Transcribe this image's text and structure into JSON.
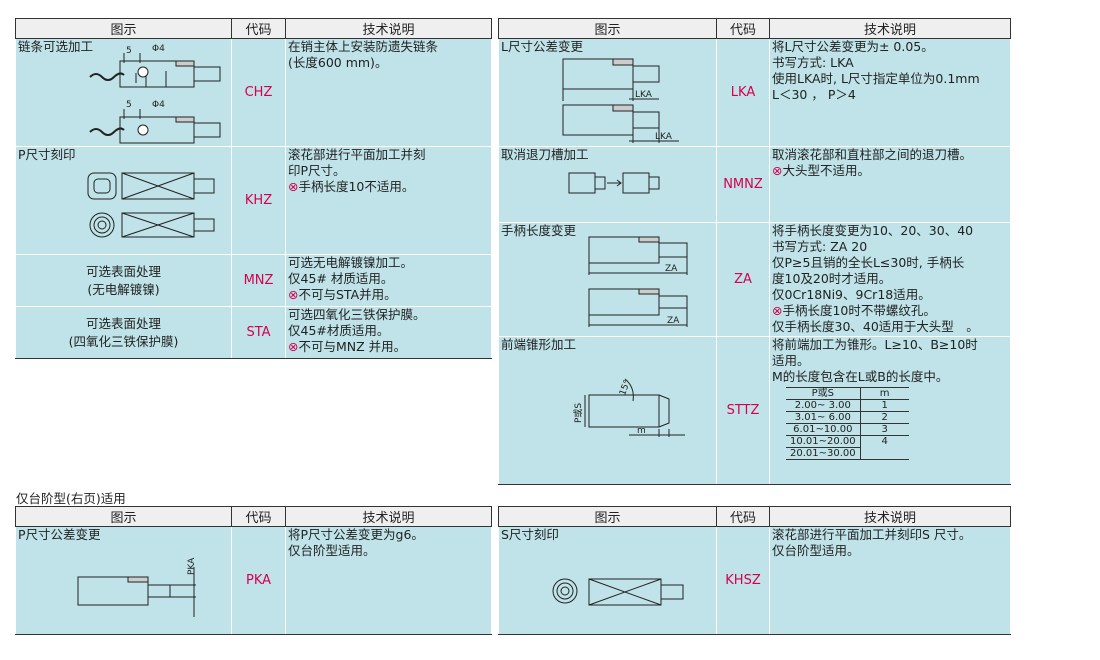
{
  "headers": {
    "figure": "图示",
    "code": "代码",
    "spec": "技术说明"
  },
  "top_left": {
    "chain": {
      "fig_label": "链条可选加工",
      "code": "CHZ",
      "dim1": "5",
      "dim2": "Φ4",
      "lines": [
        "在销主体上安装防遗失链条",
        "(长度600 mm)。"
      ]
    },
    "p_mark": {
      "fig_label": "P尺寸刻印",
      "code": "KHZ",
      "lines": [
        "滚花部进行平面加工并刻",
        "印P尺寸。"
      ],
      "warn": "手柄长度10不适用。"
    },
    "mnz": {
      "fig_label": "可选表面处理",
      "fig_label2": "(无电解镀镍)",
      "code": "MNZ",
      "lines": [
        "可选无电解镀镍加工。",
        "仅45# 材质适用。"
      ],
      "warn": "不可与STA并用。"
    },
    "sta": {
      "fig_label": "可选表面处理",
      "fig_label2": "(四氧化三铁保护膜)",
      "code": "STA",
      "lines": [
        "可选四氧化三铁保护膜。",
        "仅45#材质适用。"
      ],
      "warn": "不可与MNZ 并用。"
    }
  },
  "top_right": {
    "lka": {
      "fig_label": "L尺寸公差变更",
      "code": "LKA",
      "dim": "LKA",
      "lines": [
        "将L尺寸公差变更为± 0.05。",
        "书写方式: LKA",
        "使用LKA时, L尺寸指定单位为0.1mm",
        "L＜30 ， P＞4"
      ]
    },
    "nmnz": {
      "fig_label": "取消退刀槽加工",
      "code": "NMNZ",
      "lines": [
        "取消滚花部和直柱部之间的退刀槽。"
      ],
      "warn": "大头型不适用。"
    },
    "za": {
      "fig_label": "手柄长度变更",
      "code": "ZA",
      "dim": "ZA",
      "lines": [
        "将手柄长度变更为10、20、30、40",
        "书写方式: ZA 20",
        "仅P≥5且销的全长L≤30时, 手柄长",
        "度10及20时才适用。",
        "仅0Cr18Ni9、9Cr18适用。"
      ],
      "warn": "手柄长度10时不带螺纹孔。",
      "last": "仅手柄长度30、40适用于大头型　。"
    },
    "sttz": {
      "fig_label": "前端锥形加工",
      "code": "STTZ",
      "angle": "15°",
      "dim_p": "P或S",
      "dim_m": "m",
      "lines": [
        "将前端加工为锥形。L≥10、B≥10时",
        "适用。",
        "M的长度包含在L或B的长度中。"
      ],
      "table": {
        "headers": [
          "P或S",
          "m"
        ],
        "rows": [
          [
            "2.00~  3.00",
            "1"
          ],
          [
            "3.01~  6.00",
            "2"
          ],
          [
            "6.01~10.00",
            "3"
          ],
          [
            "10.01~20.00",
            "4"
          ],
          [
            "20.01~30.00",
            ""
          ]
        ]
      }
    }
  },
  "subtitle": "仅台阶型(右页)适用",
  "bottom_left": {
    "fig_label": "P尺寸公差变更",
    "code": "PKA",
    "dim": "PKA",
    "lines": [
      "将P尺寸公差变更为g6。",
      "仅台阶型适用。"
    ]
  },
  "bottom_right": {
    "fig_label": "S尺寸刻印",
    "code": "KHSZ",
    "lines": [
      "滚花部进行平面加工并刻印S 尺寸。",
      "仅台阶型适用。"
    ]
  },
  "warn_symbol": "⊗"
}
